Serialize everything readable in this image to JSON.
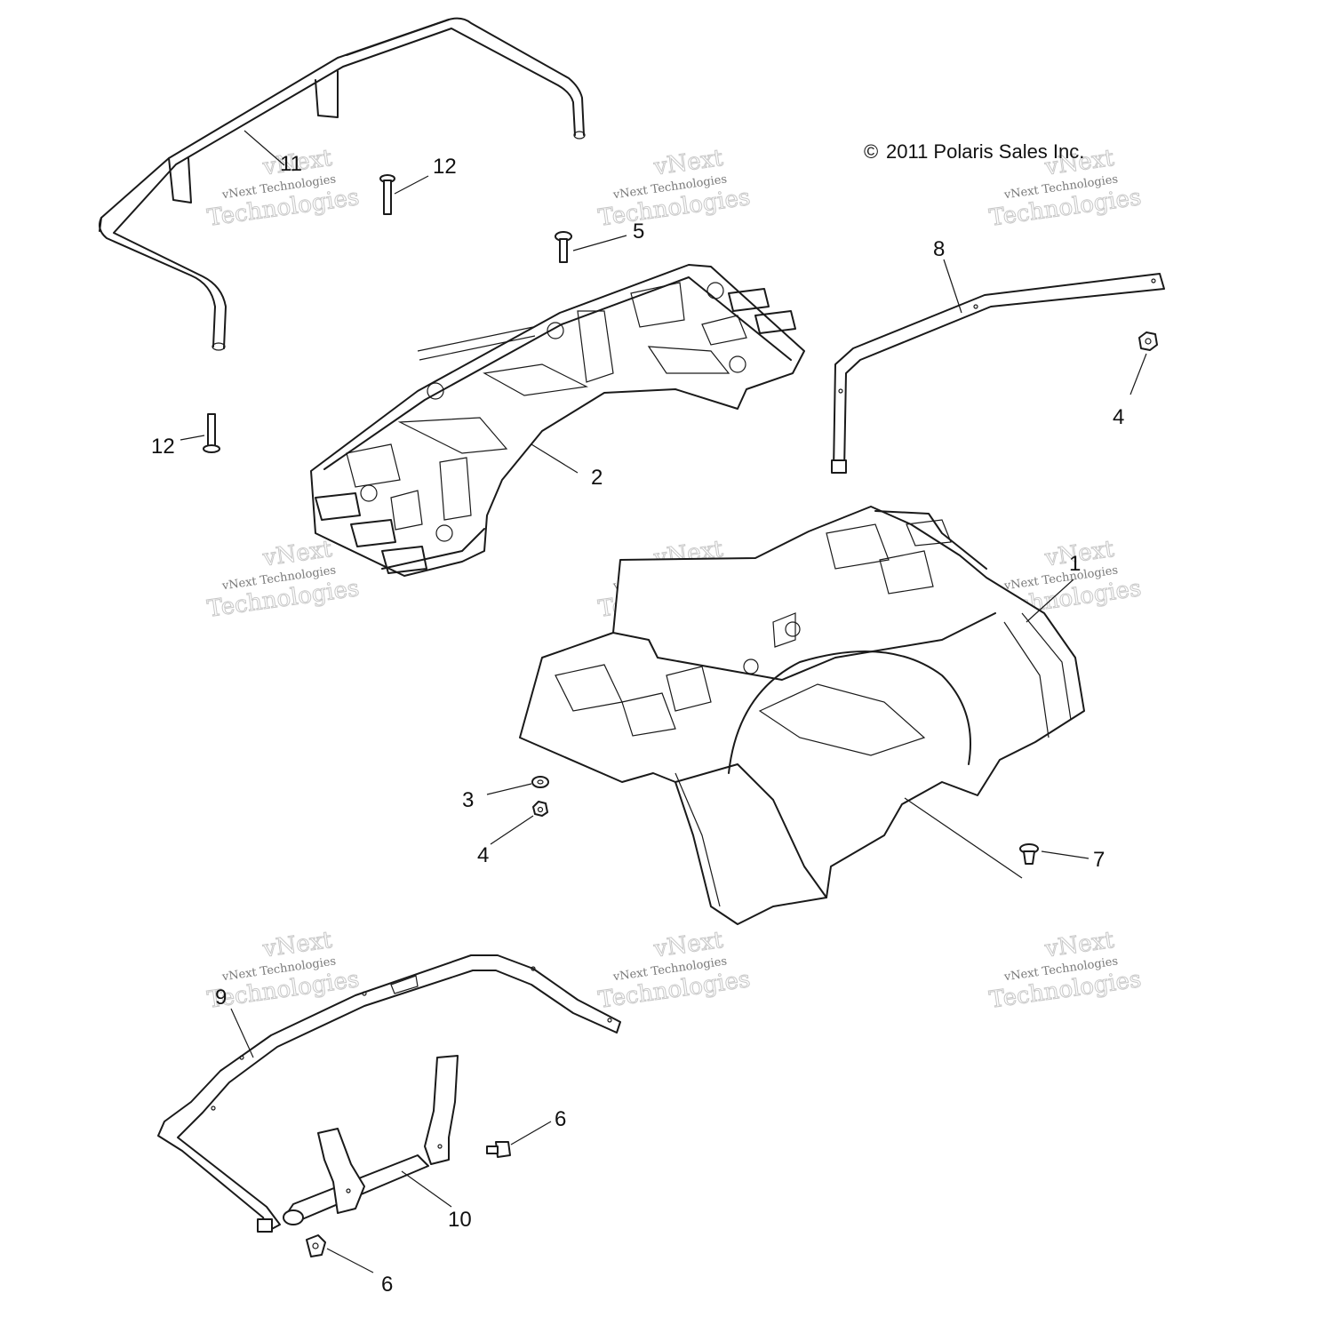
{
  "copyright": "2011 Polaris Sales Inc.",
  "copyright_symbol": "©",
  "watermark": {
    "line1": "vNext",
    "line2": "vNext Technologies",
    "line3": "Technologies"
  },
  "callouts": {
    "c1": "1",
    "c2": "2",
    "c3": "3",
    "c4a": "4",
    "c4b": "4",
    "c5": "5",
    "c6a": "6",
    "c6b": "6",
    "c7": "7",
    "c8": "8",
    "c9": "9",
    "c10": "10",
    "c11": "11",
    "c12a": "12",
    "c12b": "12"
  },
  "colors": {
    "line": "#1a1a1a",
    "background": "#ffffff",
    "watermark": "#c8c8c8"
  }
}
